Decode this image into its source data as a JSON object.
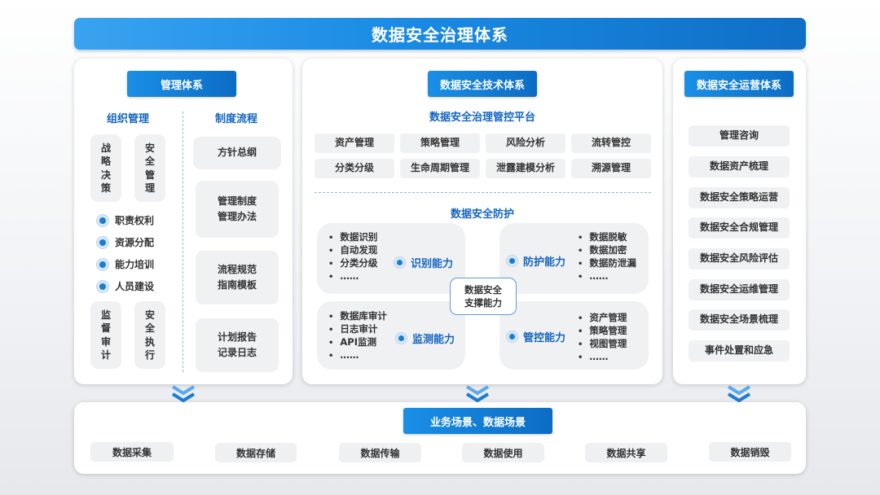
{
  "title": "数据安全治理体系",
  "management": {
    "header": "管理体系",
    "org": {
      "title": "组织管理",
      "top_left": [
        "战",
        "略",
        "决",
        "策"
      ],
      "top_right": [
        "安",
        "全",
        "管",
        "理"
      ],
      "items": [
        "职责权利",
        "资源分配",
        "能力培训",
        "人员建设"
      ],
      "bottom_left": [
        "监",
        "督",
        "审",
        "计"
      ],
      "bottom_right": [
        "安",
        "全",
        "执",
        "行"
      ]
    },
    "process": {
      "title": "制度流程",
      "boxes": [
        [
          "方针总纲"
        ],
        [
          "管理制度",
          "管理办法"
        ],
        [
          "流程规范",
          "指南模板"
        ],
        [
          "计划报告",
          "记录日志"
        ]
      ]
    }
  },
  "tech": {
    "header": "数据安全技术体系",
    "platform": {
      "title": "数据安全治理管控平台",
      "row1": [
        "资产管理",
        "策略管理",
        "风险分析",
        "流转管控"
      ],
      "row2": [
        "分类分级",
        "生命周期管理",
        "泄露建模分析",
        "溯源管理"
      ]
    },
    "protection": {
      "title": "数据安全防护",
      "center": [
        "数据安全",
        "支撑能力"
      ],
      "identify": {
        "label": "识别能力",
        "items": [
          "数据识别",
          "自动发现",
          "分类分级",
          "……"
        ]
      },
      "defend": {
        "label": "防护能力",
        "items": [
          "数据脱敏",
          "数据加密",
          "数据防泄漏",
          "……"
        ]
      },
      "monitor": {
        "label": "监测能力",
        "items": [
          "数据库审计",
          "日志审计",
          "API监测",
          "……"
        ]
      },
      "control": {
        "label": "管控能力",
        "items": [
          "资产管理",
          "策略管理",
          "视图管理",
          "……"
        ]
      }
    }
  },
  "operations": {
    "header": "数据安全运营体系",
    "items": [
      "管理咨询",
      "数据资产梳理",
      "数据安全策略运营",
      "数据安全合规管理",
      "数据安全风险评估",
      "数据安全运维管理",
      "数据安全场景梳理",
      "事件处置和应急"
    ]
  },
  "business": {
    "header": "业务场景、数据场景",
    "items": [
      "数据采集",
      "数据存储",
      "数据传输",
      "数据使用",
      "数据共享",
      "数据销毁"
    ]
  },
  "colors": {
    "primary": "#1a8ae3",
    "title_blue": "#1465c0",
    "box_gray": "#f0f1f3"
  }
}
